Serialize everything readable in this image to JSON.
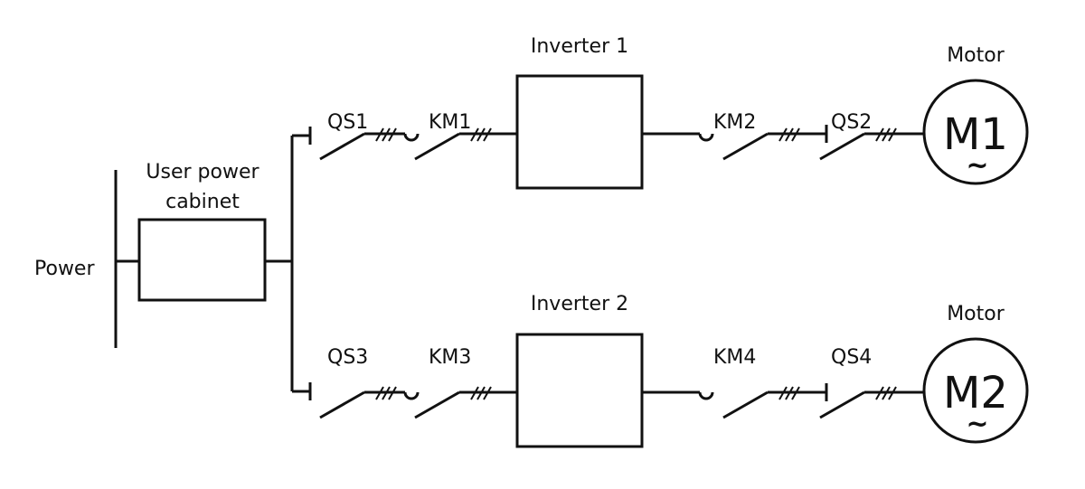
{
  "labels": {
    "power": "Power",
    "cabinet_line1": "User power",
    "cabinet_line2": "cabinet",
    "inverter1": "Inverter 1",
    "inverter2": "Inverter 2",
    "motor_top": "Motor",
    "motor_bottom": "Motor"
  },
  "switches": {
    "qs1": "QS1",
    "km1": "KM1",
    "km2": "KM2",
    "qs2": "QS2",
    "qs3": "QS3",
    "km3": "KM3",
    "km4": "KM4",
    "qs4": "QS4"
  },
  "motors": {
    "m1": "M1",
    "m2": "M2",
    "symbol": "~"
  }
}
